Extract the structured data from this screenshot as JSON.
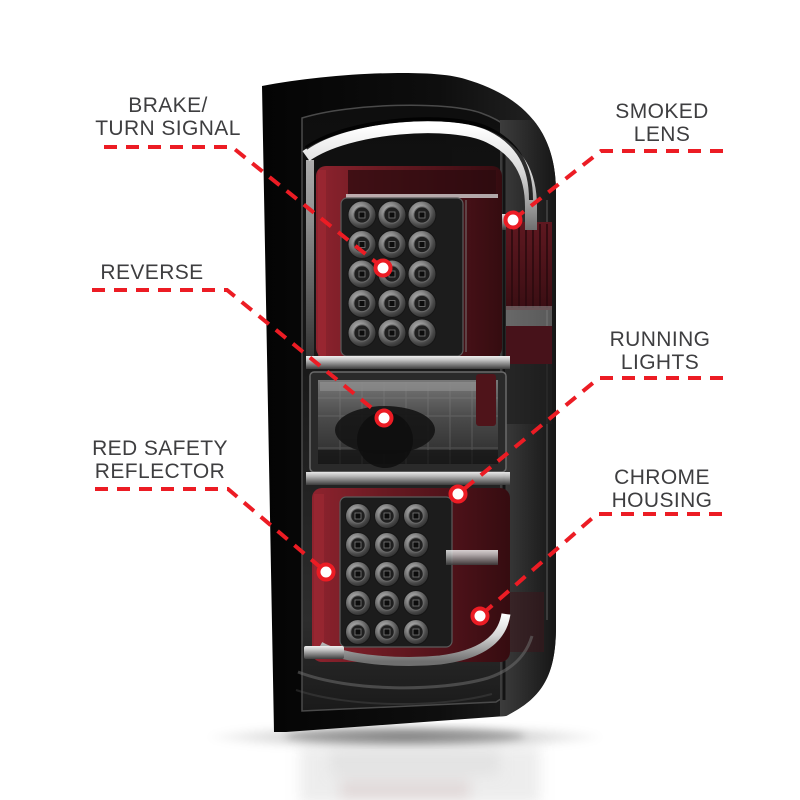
{
  "callouts": [
    {
      "name": "brake-turn-signal",
      "lines": [
        "BRAKE/",
        "TURN SIGNAL"
      ]
    },
    {
      "name": "smoked-lens",
      "lines": [
        "SMOKED",
        "LENS"
      ]
    },
    {
      "name": "reverse",
      "lines": [
        "REVERSE",
        ""
      ]
    },
    {
      "name": "running-lights",
      "lines": [
        "RUNNING",
        "LIGHTS"
      ]
    },
    {
      "name": "red-safety-reflector",
      "lines": [
        "RED SAFETY",
        "REFLECTOR"
      ]
    },
    {
      "name": "chrome-housing",
      "lines": [
        "CHROME",
        "HOUSING"
      ]
    }
  ],
  "colors": {
    "leader_line": "#ec1c24",
    "label_text": "#3e3e40",
    "red_lens": "#7a1e27",
    "dark_red": "#451419",
    "chrome": "#c9c9c9",
    "housing_black": "#0c0c0c",
    "smoked_lens": "#4a4a4a",
    "background": "#ffffff"
  },
  "light": {
    "brake_led_grid": {
      "cols": 3,
      "rows": 5
    },
    "running_led_grid": {
      "cols": 3,
      "rows": 5
    }
  }
}
